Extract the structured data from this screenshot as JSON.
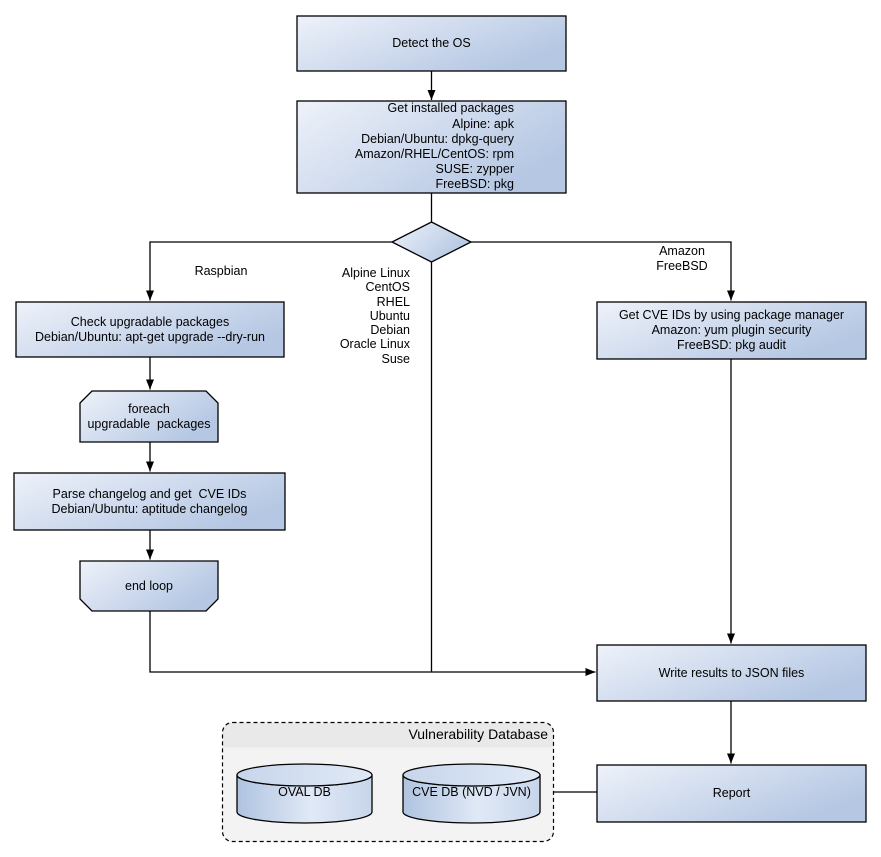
{
  "colors": {
    "node_light": "#eef2fa",
    "node_dark": "#b5c7e3",
    "node_border": "#000000",
    "edge": "#000000",
    "cyl_dark": "#afc3e0",
    "cyl_light": "#e0e9f6",
    "cyl_mid": "#c7d5eb",
    "container_fill": "#f3f3f3",
    "container_strip": "#e9e9e9",
    "text": "#000000",
    "background": "#ffffff"
  },
  "diagram": {
    "nodes": {
      "detect_os": {
        "label": "Detect the OS"
      },
      "get_installed_packages": {
        "label": "Get installed packages\nAlpine: apk\nDebian/Ubuntu: dpkg-query\nAmazon/RHEL/CentOS: rpm\nSUSE: zypper\nFreeBSD: pkg"
      },
      "check_upgradable": {
        "label": "Check upgradable packages\nDebian/Ubuntu: apt-get upgrade --dry-run"
      },
      "foreach_loop": {
        "label": "foreach\nupgradable  packages"
      },
      "parse_changelog": {
        "label": "Parse changelog and get  CVE IDs\nDebian/Ubuntu: aptitude changelog"
      },
      "end_loop": {
        "label": "end loop"
      },
      "get_cve_ids": {
        "label": "Get CVE IDs by using package manager\nAmazon: yum plugin security\nFreeBSD: pkg audit"
      },
      "write_results": {
        "label": "Write results to JSON files"
      },
      "report": {
        "label": "Report"
      },
      "vulnerability_database": {
        "title": "Vulnerability Database"
      },
      "oval_db": {
        "label": "OVAL DB"
      },
      "cve_db": {
        "label": "CVE DB (NVD / JVN)"
      }
    },
    "edge_labels": {
      "raspbian": "Raspbian",
      "os_list": "Alpine Linux\nCentOS\nRHEL\nUbuntu\nDebian\nOracle Linux\nSuse",
      "amazon_freebsd": "Amazon\nFreeBSD"
    }
  }
}
